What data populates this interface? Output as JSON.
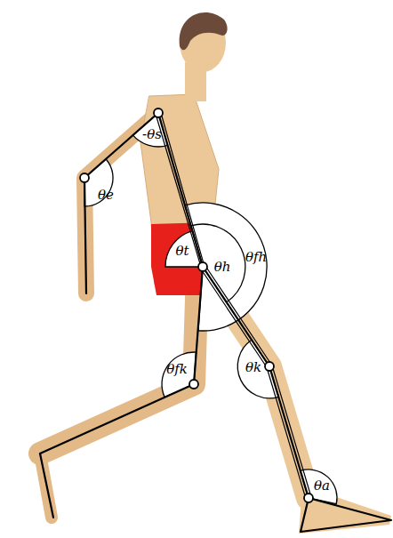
{
  "diagram": {
    "labels": [
      "-θs",
      "θe",
      "θt",
      "θh",
      "θfh",
      "θfk",
      "θk",
      "θa"
    ]
  }
}
